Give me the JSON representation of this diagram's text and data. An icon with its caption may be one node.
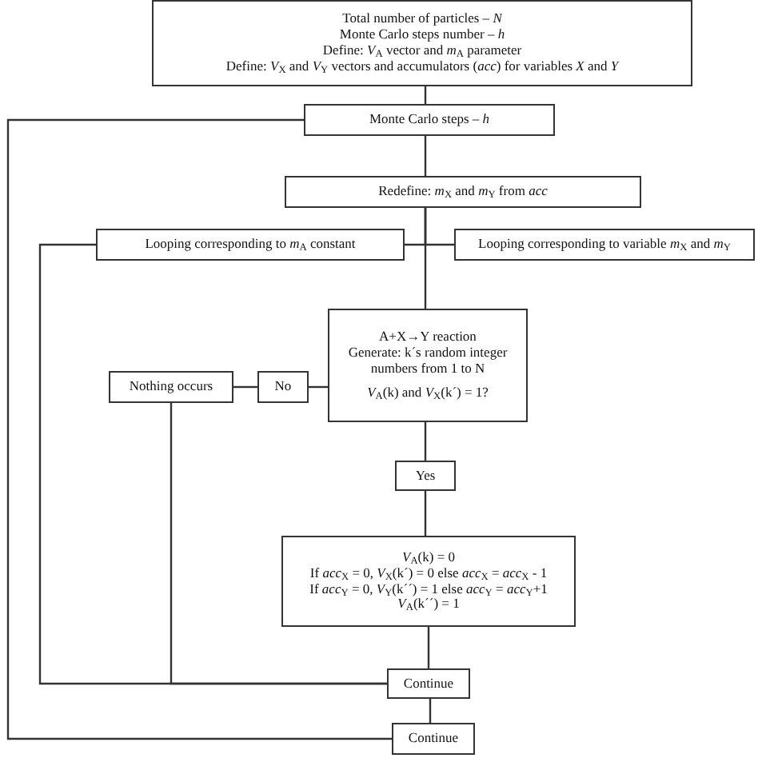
{
  "diagram": {
    "nodes": [
      {
        "text": [
          "Total number of particles – *N*",
          "Monte Carlo steps number – *h*",
          "Define: *V*$_{A}$ vector and *m*$_{A}$ parameter",
          "Define: *V*$_{X}$ and *V*$_{Y}$ vectors and accumulators (*acc*) for variables *X* and *Y*"
        ]
      },
      {
        "text": [
          "Monte Carlo steps – *h*"
        ]
      },
      {
        "text": [
          "Redefine: *m*$_{X}$ and *m*$_{Y}$ from *acc*"
        ]
      },
      {
        "text": [
          "Looping corresponding to *m*$_{A}$ constant"
        ]
      },
      {
        "text": [
          "Looping corresponding to variable *m*$_{X}$ and *m*$_{Y}$"
        ]
      },
      {
        "text": [
          "A+X→Y reaction",
          "Generate: k´s random integer numbers from 1 to N",
          "*V*$_{A}$(k) and *V*$_{X}$(k´) = 1?"
        ]
      },
      {
        "text": [
          "No"
        ]
      },
      {
        "text": [
          "Nothing occurs"
        ]
      },
      {
        "text": [
          "Yes"
        ]
      },
      {
        "text": [
          "*V*$_{A}$(k) = 0",
          "If *acc*$_{X}$ = 0, *V*$_{X}$(k´) = 0 else *acc*$_{X}$ = *acc*$_{X}$ - 1",
          "If *acc*$_{Y}$ = 0, *V*$_{Y}$(k´´) = 1 else *acc*$_{Y}$ = *acc*$_{Y}$+1",
          "*V*$_{A}$(k´´) = 1"
        ]
      },
      {
        "text": [
          "Continue"
        ]
      },
      {
        "text": [
          "Continue"
        ]
      }
    ],
    "edges": [
      {
        "from": 0,
        "to": 1,
        "arrow": "none"
      },
      {
        "from": 1,
        "to": 2,
        "arrow": "none"
      },
      {
        "from": 2,
        "to": 3,
        "arrow": "none"
      },
      {
        "from": 2,
        "to": 4,
        "arrow": "none"
      },
      {
        "from": 2,
        "to": 5,
        "arrow": "none"
      },
      {
        "from": 5,
        "to": 6,
        "arrow": "none"
      },
      {
        "from": 6,
        "to": 7,
        "arrow": "none"
      },
      {
        "from": 5,
        "to": 8,
        "arrow": "none"
      },
      {
        "from": 8,
        "to": 9,
        "arrow": "none"
      },
      {
        "from": 9,
        "to": 10,
        "arrow": "none"
      },
      {
        "from": 10,
        "to": 11,
        "arrow": "none"
      },
      {
        "from": 7,
        "to": 10,
        "arrow": "none"
      },
      {
        "from": 3,
        "to": 10,
        "arrow": "none"
      },
      {
        "from": 1,
        "to": 11,
        "arrow": "none"
      }
    ]
  }
}
